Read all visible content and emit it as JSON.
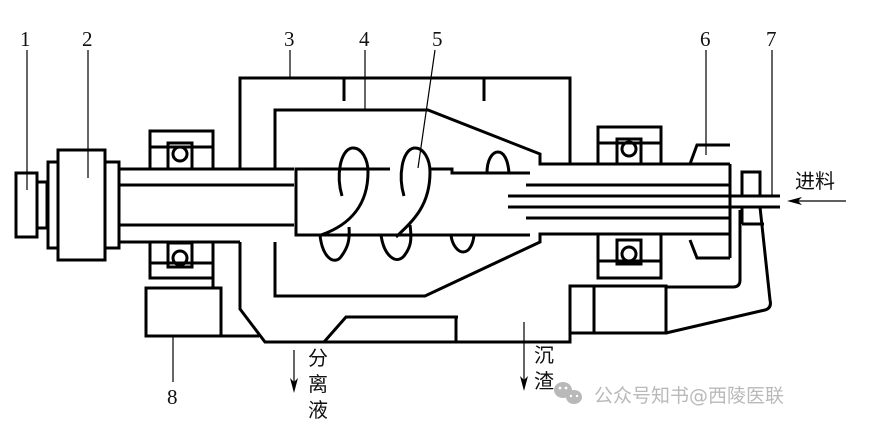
{
  "diagram": {
    "title": "",
    "subject": "horizontal spiral decanter centrifuge schematic",
    "callouts": [
      {
        "id": "1",
        "label": "1"
      },
      {
        "id": "2",
        "label": "2"
      },
      {
        "id": "3",
        "label": "3"
      },
      {
        "id": "4",
        "label": "4"
      },
      {
        "id": "5",
        "label": "5"
      },
      {
        "id": "6",
        "label": "6"
      },
      {
        "id": "7",
        "label": "7"
      },
      {
        "id": "8",
        "label": "8"
      }
    ],
    "flows": {
      "feed": {
        "label": "进料",
        "direction": "left"
      },
      "separated_liquid": {
        "chars": [
          "分",
          "离",
          "液"
        ],
        "direction": "down"
      },
      "sediment": {
        "chars": [
          "沉",
          "渣"
        ],
        "direction": "down"
      }
    },
    "watermark": {
      "icon": "wechat-icon",
      "text": "公众号知书@西陵医联",
      "color": "#b9b9b9"
    },
    "line_color": "#000000",
    "background": "#ffffff"
  }
}
